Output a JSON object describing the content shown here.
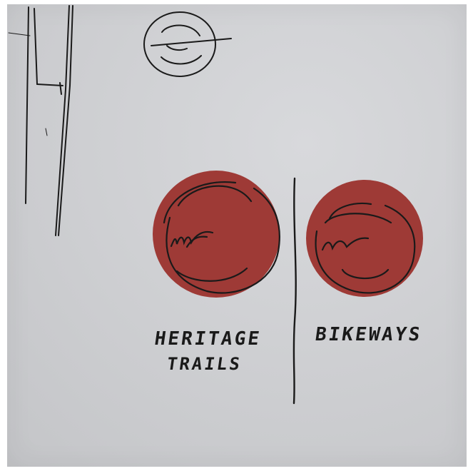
{
  "sketch": {
    "paper_color": "#cfd0d3",
    "ink_color": "#1a1a1a",
    "accent_color": "#9e3a36",
    "labels": {
      "heritage_line1": "HERITAGE",
      "heritage_line2": "TRAILS",
      "bikeways": "BIKEWAYS"
    }
  }
}
